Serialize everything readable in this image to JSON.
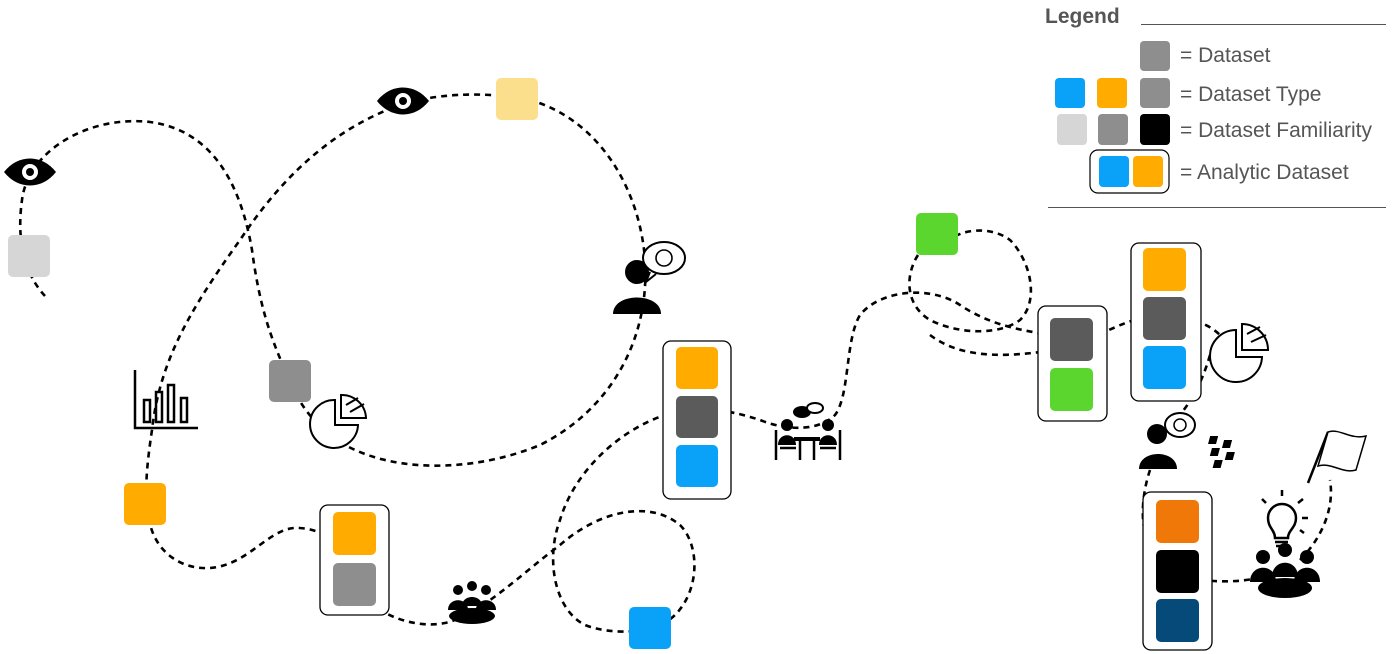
{
  "legend": {
    "title": "Legend",
    "items": [
      {
        "label": "= Dataset",
        "colors": [
          "#8e8e8e"
        ]
      },
      {
        "label": "= Dataset Type",
        "colors": [
          "#0aa2f8",
          "#ffab00",
          "#8e8e8e"
        ]
      },
      {
        "label": "= Dataset Familiarity",
        "colors": [
          "#d6d6d6",
          "#8e8e8e",
          "#000000"
        ]
      },
      {
        "label": "= Analytic Dataset",
        "colors": [
          "#0aa2f8",
          "#ffab00"
        ]
      }
    ]
  },
  "colors": {
    "light_gray": "#d6d6d6",
    "pale_yellow": "#fbdf8c",
    "gray": "#8e8e8e",
    "dark_gray": "#5b5b5b",
    "orange": "#ffab00",
    "deep_orange": "#f07808",
    "blue": "#0aa2f8",
    "navy": "#064a7a",
    "green": "#5ad62e",
    "black": "#000000"
  },
  "icons": [
    "eye-icon",
    "eye-icon",
    "bar-chart-icon",
    "pie-chart-icon",
    "person-speech-icon",
    "team-table-icon",
    "meeting-icon",
    "pie-chart-icon",
    "person-speech-icon",
    "lightbulb-icon",
    "team-table-icon",
    "checkered-flag-icon"
  ]
}
